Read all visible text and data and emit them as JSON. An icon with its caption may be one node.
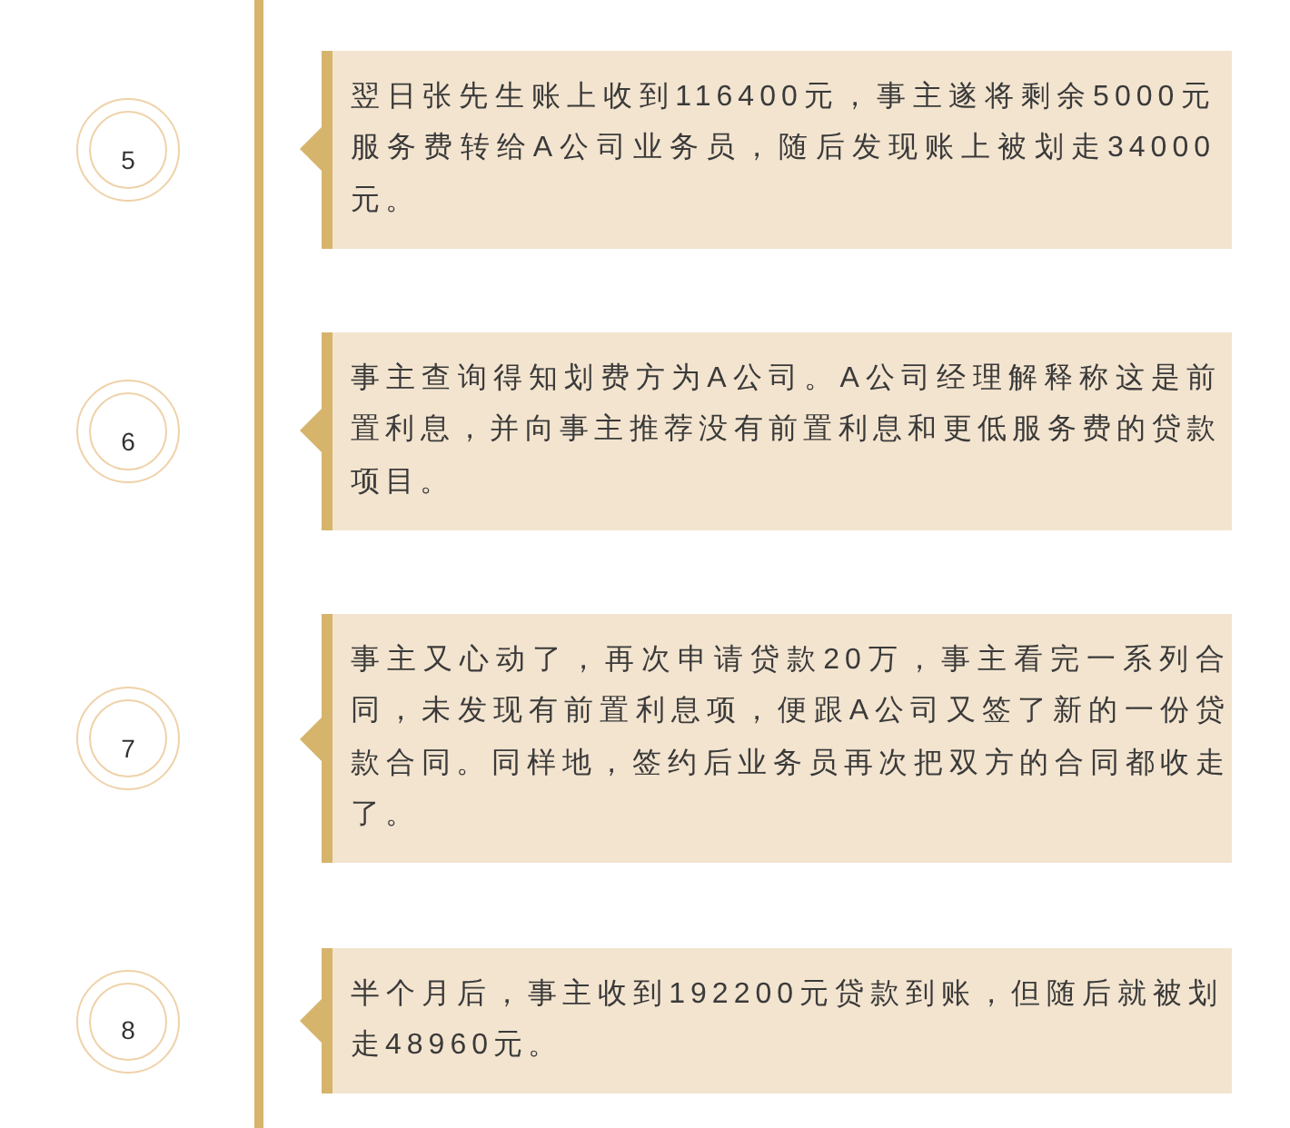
{
  "diagram": {
    "nodes": [
      {
        "text": [
          "5"
        ]
      },
      {
        "text": [
          "翌日张先生账上收到116400元，事主遂将剩余5000元服务费转给A公司业务员，随后发现账上被划走34000元。"
        ]
      },
      {
        "text": [
          "6"
        ]
      },
      {
        "text": [
          "事主查询得知划费方为A公司。A公司经理解释称这是前置利息，并向事主推荐没有前置利息和更低服务费的贷款项目。"
        ]
      },
      {
        "text": [
          "7"
        ]
      },
      {
        "text": [
          "事主又心动了，再次申请贷款20万，事主看完一系列合同，未发现有前置利息项，便跟A公司又签了新的一份贷款合同。同样地，签约后业务员再次把双方的合同都收走了。"
        ]
      },
      {
        "text": [
          "8"
        ]
      },
      {
        "text": [
          "半个月后，事主收到192200元贷款到账，但随后就被划走48960元。"
        ]
      }
    ]
  }
}
